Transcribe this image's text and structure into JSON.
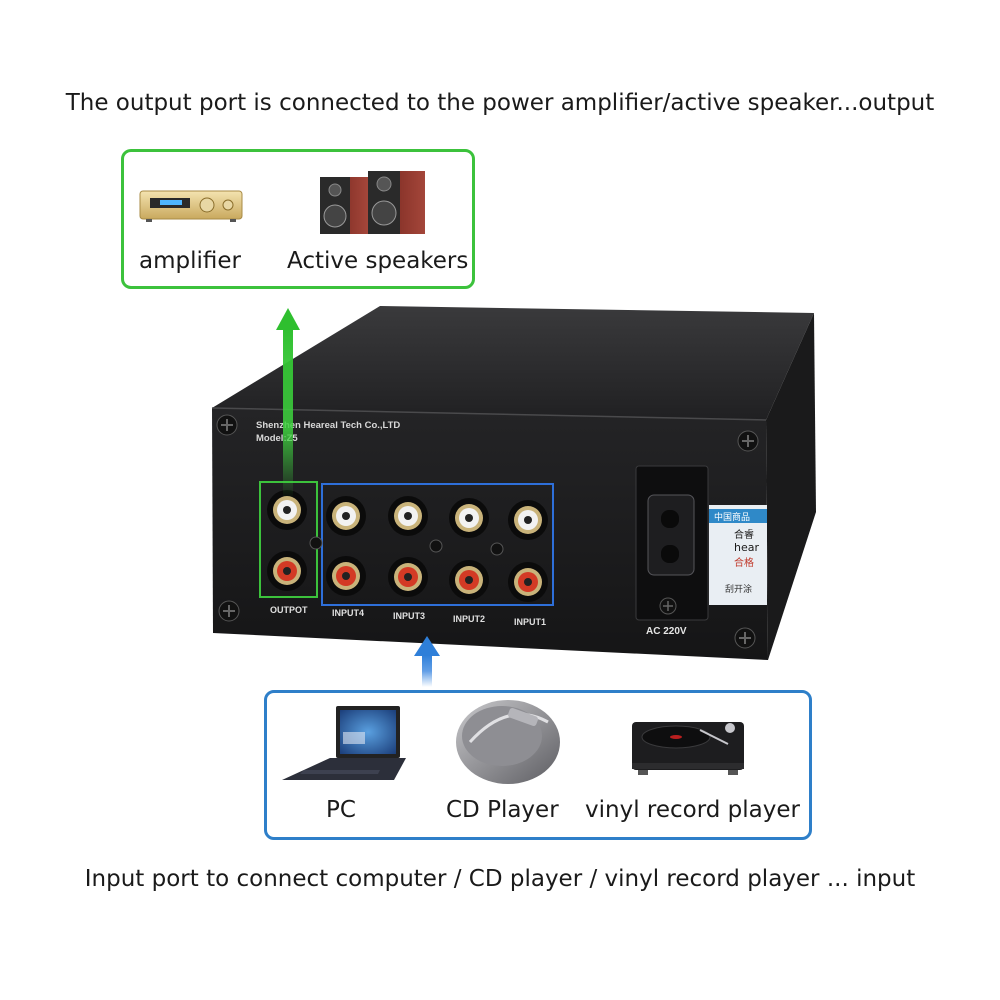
{
  "captions": {
    "top": "The output port is connected to the power amplifier/active speaker...output",
    "bottom": "Input port to connect computer / CD player / vinyl record player ... input"
  },
  "output_devices": [
    {
      "label": "amplifier",
      "icon": "amplifier-icon"
    },
    {
      "label": "Active speakers",
      "icon": "speakers-icon"
    }
  ],
  "input_devices": [
    {
      "label": "PC",
      "icon": "laptop-icon"
    },
    {
      "label": "CD Player",
      "icon": "cd-player-icon"
    },
    {
      "label": "vinyl record player",
      "icon": "turntable-icon"
    }
  ],
  "panel": {
    "maker": "Shenzhen Heareal Tech Co.,LTD",
    "model": "Model:Z5",
    "ports": {
      "output": "OUTPOT",
      "input4": "INPUT4",
      "input3": "INPUT3",
      "input2": "INPUT2",
      "input1": "INPUT1"
    },
    "power": "AC 220V",
    "sticker": {
      "line1": "中国商品",
      "line2": "合睿",
      "line3": "hear",
      "line4": "合格",
      "line5": "刮开涂"
    }
  },
  "colors": {
    "output_accent": "#3cc23c",
    "input_accent": "#2e7fc9",
    "chassis": "#1c1c1e"
  }
}
